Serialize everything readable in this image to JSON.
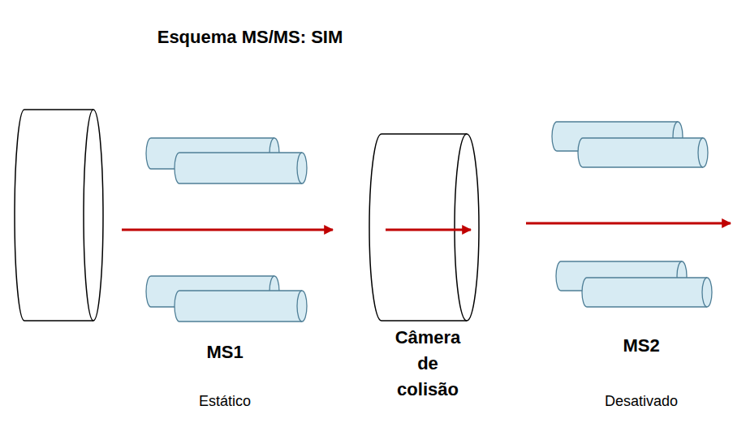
{
  "diagram": {
    "title": "Esquema MS/MS: SIM",
    "nodes": [
      {
        "text": [
          "MS1",
          "Estático"
        ]
      },
      {
        "text": [
          "Câmera de colisão"
        ]
      },
      {
        "text": [
          "MS2",
          "Desativado"
        ]
      }
    ]
  }
}
